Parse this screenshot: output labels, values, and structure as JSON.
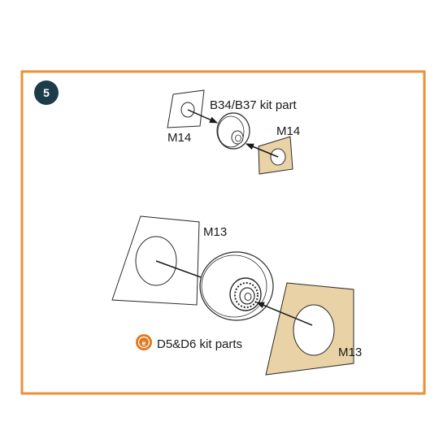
{
  "step": {
    "number": "5"
  },
  "labels": {
    "m14_paper": "M14",
    "m14_pe": "M14",
    "b34_b37": "B34/B37 kit part",
    "m13_paper": "M13",
    "m13_pe": "M13",
    "d5_d6": "D5&D6 kit parts"
  },
  "colors": {
    "frame": "#e8913a",
    "step_badge": "#1d3c4a",
    "photo_etch": "#e9d2a6",
    "line": "#2a2a2a",
    "resin_icon": "#e07a1f"
  }
}
